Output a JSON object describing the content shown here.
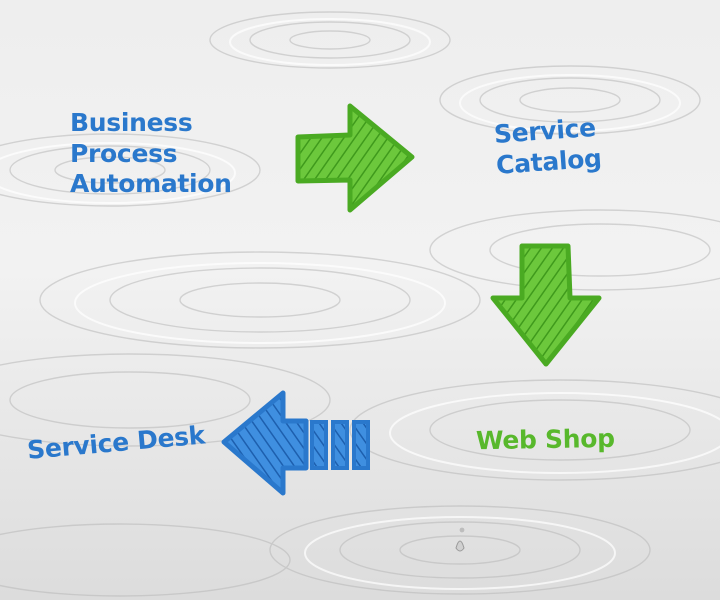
{
  "nodes": {
    "business_process_automation": [
      "Business",
      "Process",
      "Automation"
    ],
    "service_catalog": [
      "Service",
      "Catalog"
    ],
    "web_shop": "Web Shop",
    "service_desk": "Service Desk"
  },
  "colors": {
    "blue": "#2a78cc",
    "green": "#58b82c"
  },
  "icons": {
    "arrow_bpa_to_catalog": "arrow-right-icon",
    "arrow_catalog_to_webshop": "arrow-down-icon",
    "arrow_webshop_to_desk": "arrow-left-icon"
  }
}
